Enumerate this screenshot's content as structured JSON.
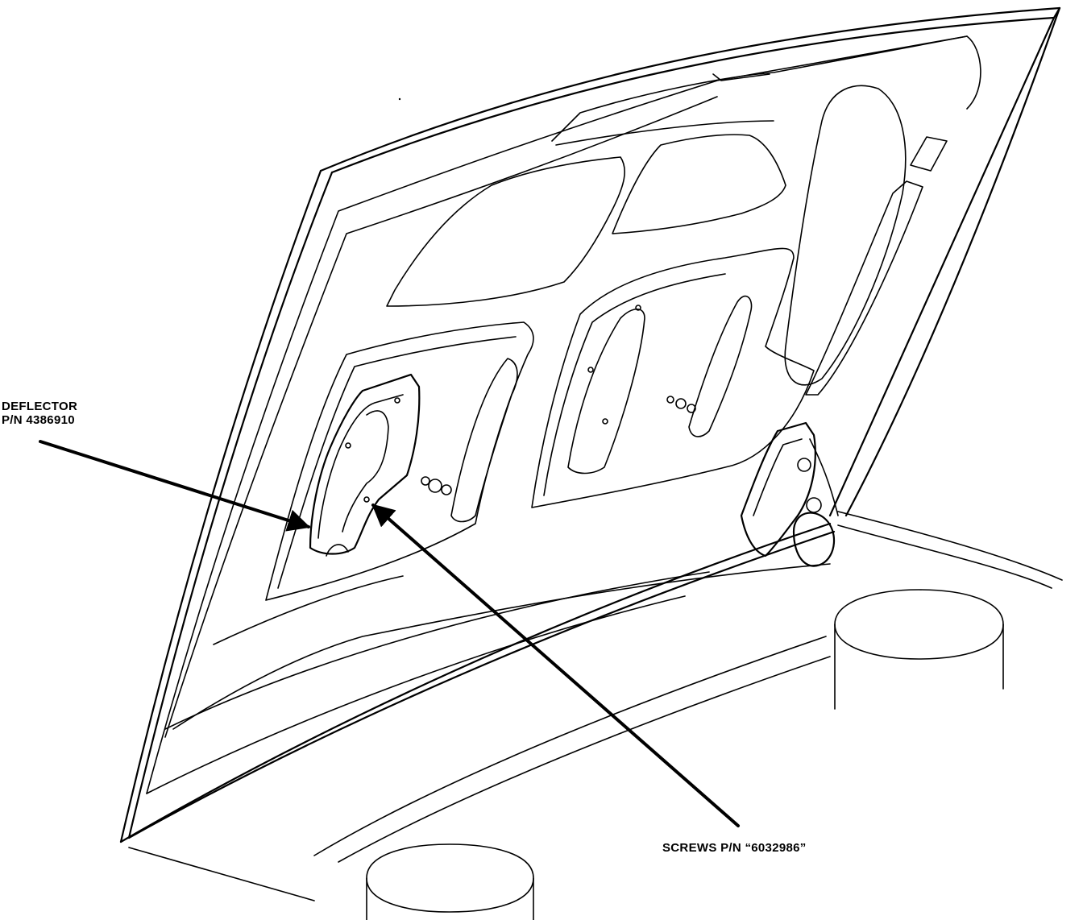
{
  "callouts": {
    "deflector": {
      "name": "DEFLECTOR",
      "part_number": "P/N 4386910"
    },
    "screws": {
      "text": "SCREWS P/N “6032986”"
    }
  }
}
